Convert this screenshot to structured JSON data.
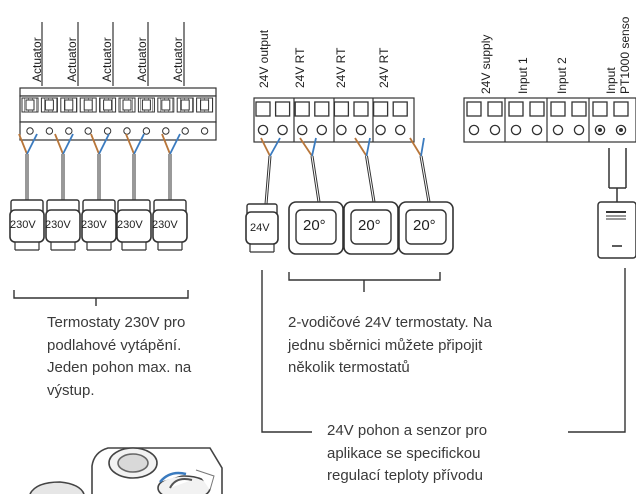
{
  "actuator_block": {
    "labels": [
      "Actuator",
      "Actuator",
      "Actuator",
      "Actuator",
      "Actuator"
    ],
    "devices": [
      "230V",
      "230V",
      "230V",
      "230V",
      "230V"
    ]
  },
  "rt_block": {
    "labels": [
      "24V output",
      "24V RT",
      "24V RT",
      "24V RT"
    ],
    "actuator_device": "24V",
    "thermostats": [
      "20°",
      "20°",
      "20°"
    ]
  },
  "input_block": {
    "labels": [
      "24V supply",
      "Input 1",
      "Input 2",
      "Input"
    ],
    "sensor_label": "PT1000 senso"
  },
  "descriptions": {
    "left": [
      "Termostaty 230V pro",
      "podlahové vytápění.",
      "Jeden pohon max. na",
      "výstup."
    ],
    "middle": [
      "2-vodičové 24V termostaty. Na",
      "jednu sběrnici můžete připojit",
      "několik termostatů"
    ],
    "bottom": [
      "24V pohon a senzor pro",
      "aplikace se specifickou",
      "regulací teploty přívodu"
    ]
  },
  "colors": {
    "line": "#333333",
    "wire_blue": "#3b7bbf",
    "wire_brown": "#b8763a",
    "text": "#3a3a3a"
  }
}
